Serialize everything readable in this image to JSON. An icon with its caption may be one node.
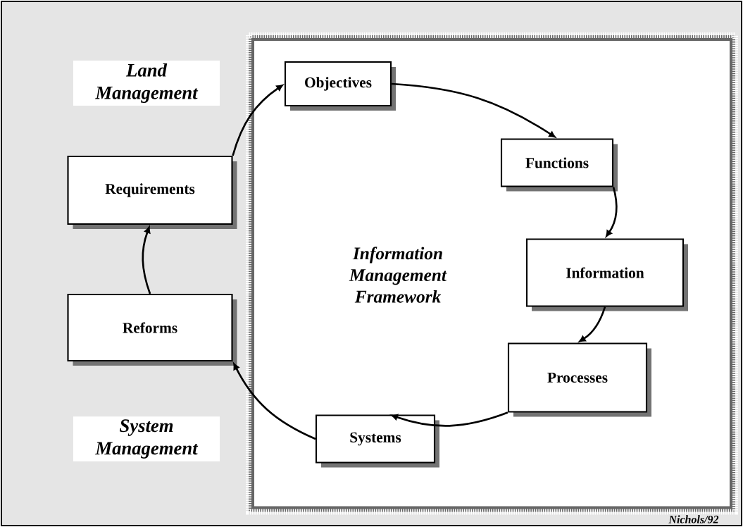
{
  "diagram": {
    "nodes": [
      {
        "text": [
          "Information Management Framework"
        ]
      },
      {
        "text": [
          "Objectives"
        ],
        "in": 0
      },
      {
        "text": [
          "Functions"
        ],
        "in": 0
      },
      {
        "text": [
          "Information"
        ],
        "in": 0
      },
      {
        "text": [
          "Processes"
        ],
        "in": 0
      },
      {
        "text": [
          "Systems"
        ],
        "in": 0
      },
      {
        "text": [
          "Reforms"
        ]
      },
      {
        "text": [
          "Requirements"
        ]
      }
    ],
    "edges": [
      {
        "from": 1,
        "to": 2,
        "arrow": "to"
      },
      {
        "from": 2,
        "to": 3,
        "arrow": "to"
      },
      {
        "from": 3,
        "to": 4,
        "arrow": "to"
      },
      {
        "from": 4,
        "to": 5,
        "arrow": "to"
      },
      {
        "from": 5,
        "to": 6,
        "arrow": "to"
      },
      {
        "from": 6,
        "to": 7,
        "arrow": "to"
      },
      {
        "from": 7,
        "to": 1,
        "arrow": "to"
      }
    ],
    "labels": [
      "Land Management",
      "System Management",
      "Nichols/92"
    ]
  }
}
